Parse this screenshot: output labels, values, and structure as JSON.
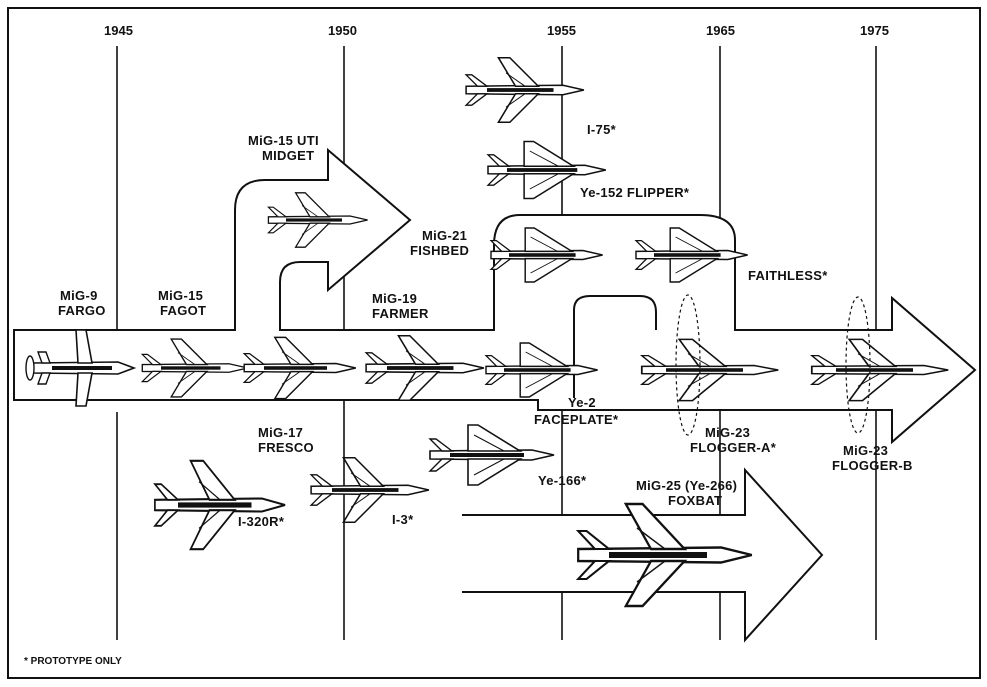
{
  "timeline": {
    "years": [
      "1945",
      "1950",
      "1955",
      "1965",
      "1975"
    ]
  },
  "aircraft": {
    "mig9": [
      "MiG-9",
      "FARGO"
    ],
    "mig15": [
      "MiG-15",
      "FAGOT"
    ],
    "mig15uti": [
      "MiG-15 UTI",
      "MIDGET"
    ],
    "mig17": [
      "MiG-17",
      "FRESCO"
    ],
    "mig19": [
      "MiG-19",
      "FARMER"
    ],
    "mig21": [
      "MiG-21",
      "FISHBED"
    ],
    "i75": "I-75*",
    "ye152": "Ye-152 FLIPPER*",
    "faithless": "FAITHLESS*",
    "ye2": [
      "Ye-2",
      "FACEPLATE*"
    ],
    "mig23a": [
      "MiG-23",
      "FLOGGER-A*"
    ],
    "mig23b": [
      "MiG-23",
      "FLOGGER-B"
    ],
    "i320r": "I-320R*",
    "i3": "I-3*",
    "ye166": "Ye-166*",
    "mig25": [
      "MiG-25 (Ye-266)",
      "FOXBAT"
    ]
  },
  "footnote": "* PROTOTYPE ONLY",
  "colors": {
    "ink": "#111111",
    "paper": "#ffffff"
  }
}
